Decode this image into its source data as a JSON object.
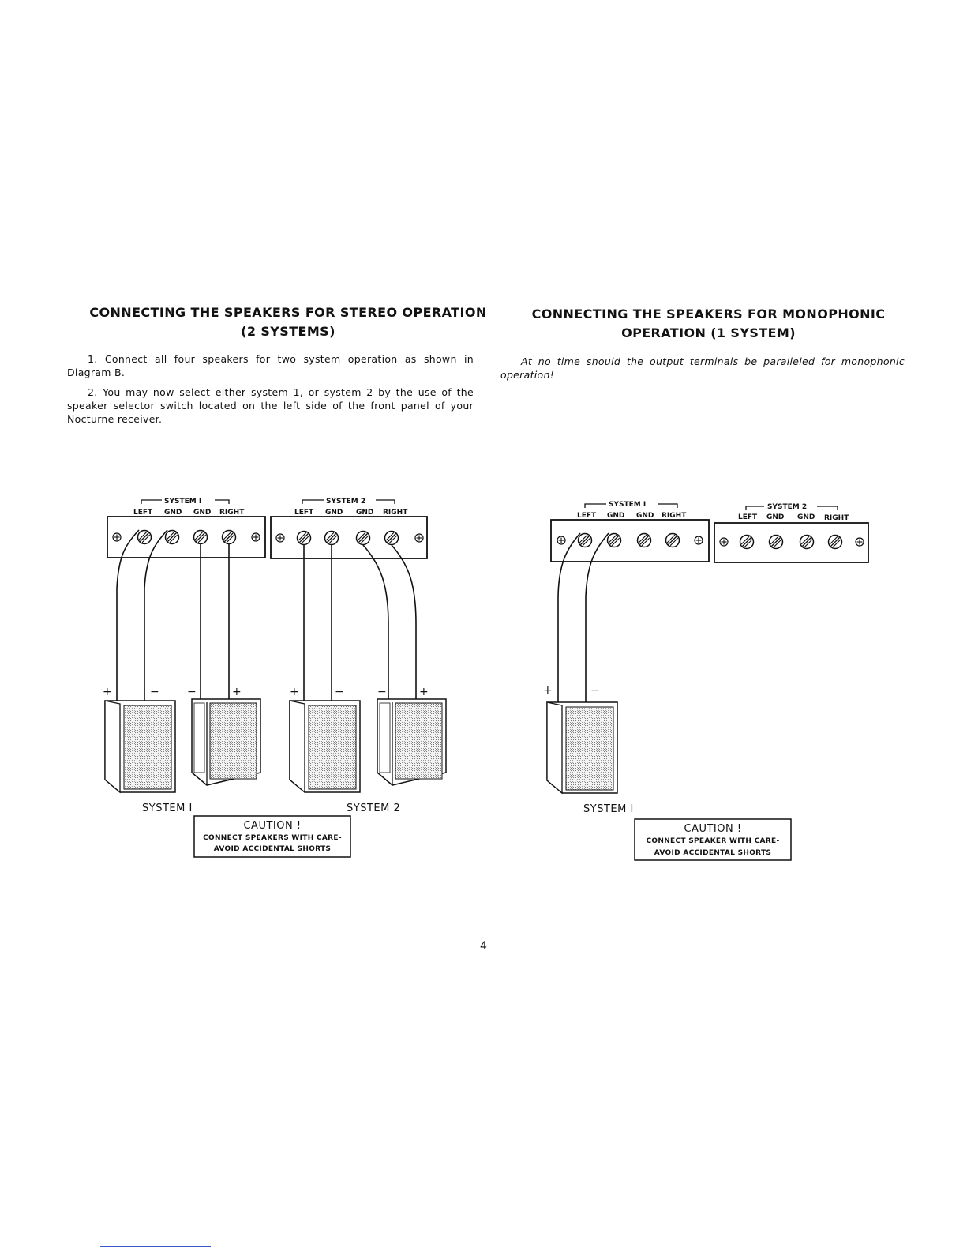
{
  "left": {
    "title_line1": "CONNECTING THE SPEAKERS FOR STEREO OPERATION",
    "title_line2": "(2 SYSTEMS)",
    "para1": "1. Connect all four speakers for two system operation as shown in Diagram B.",
    "para2": "2. You may now select either system 1, or system 2 by the use of the speaker selector switch located on the left side of the front panel of your Nocturne receiver.",
    "diagram": {
      "system1_header": "SYSTEM I",
      "system2_header": "SYSTEM 2",
      "terminal_labels": [
        "LEFT",
        "GND",
        "GND",
        "RIGHT"
      ],
      "plus": "+",
      "minus": "−",
      "system1_caption": "SYSTEM I",
      "system2_caption": "SYSTEM 2",
      "caution_title": "CAUTION !",
      "caution_line1": "CONNECT SPEAKERS WITH CARE-",
      "caution_line2": "AVOID ACCIDENTAL SHORTS"
    }
  },
  "right": {
    "title_line1": "CONNECTING THE SPEAKERS FOR MONOPHONIC",
    "title_line2": "OPERATION (1 SYSTEM)",
    "para1": "At no time should the output terminals be paralleled for monophonic operation!",
    "diagram": {
      "system1_header": "SYSTEM I",
      "system2_header": "SYSTEM 2",
      "terminal_labels": [
        "LEFT",
        "GND",
        "GND",
        "RIGHT"
      ],
      "plus": "+",
      "minus": "−",
      "system1_caption": "SYSTEM I",
      "caution_title": "CAUTION !",
      "caution_line1": "CONNECT SPEAKER WITH CARE-",
      "caution_line2": "AVOID ACCIDENTAL SHORTS"
    }
  },
  "page_number": "4"
}
